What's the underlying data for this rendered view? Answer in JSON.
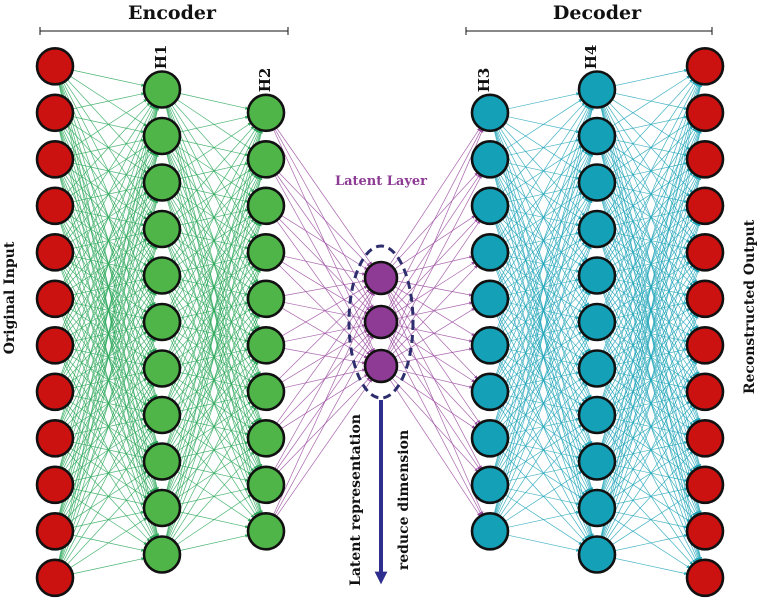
{
  "headings": {
    "encoder": "Encoder",
    "decoder": "Decoder"
  },
  "layer_labels": {
    "h1": "H1",
    "h2": "H2",
    "h3": "H3",
    "h4": "H4"
  },
  "side_labels": {
    "input": "Original Input",
    "output": "Reconstructed Output"
  },
  "latent": {
    "label": "Latent Layer",
    "representation": "Latent representation",
    "reduce": "reduce dimension"
  },
  "network": {
    "layers": [
      {
        "id": "input",
        "neurons": 12,
        "role": "input"
      },
      {
        "id": "h1",
        "neurons": 11,
        "role": "encoder"
      },
      {
        "id": "h2",
        "neurons": 10,
        "role": "encoder"
      },
      {
        "id": "latent",
        "neurons": 3,
        "role": "latent"
      },
      {
        "id": "h3",
        "neurons": 10,
        "role": "decoder"
      },
      {
        "id": "h4",
        "neurons": 11,
        "role": "decoder"
      },
      {
        "id": "output",
        "neurons": 12,
        "role": "output"
      }
    ]
  },
  "colors": {
    "input_output": "#cc1111",
    "encoder": "#4fb548",
    "latent": "#8e3b95",
    "decoder": "#14a0b6",
    "encoder_edges": "#2ca85a",
    "latent_edges": "#9a4aa0",
    "decoder_edges": "#1ea5b8",
    "dashed_box": "#2e2e6e",
    "arrow": "#2e2e8e",
    "latent_label": "#8e3b95"
  }
}
